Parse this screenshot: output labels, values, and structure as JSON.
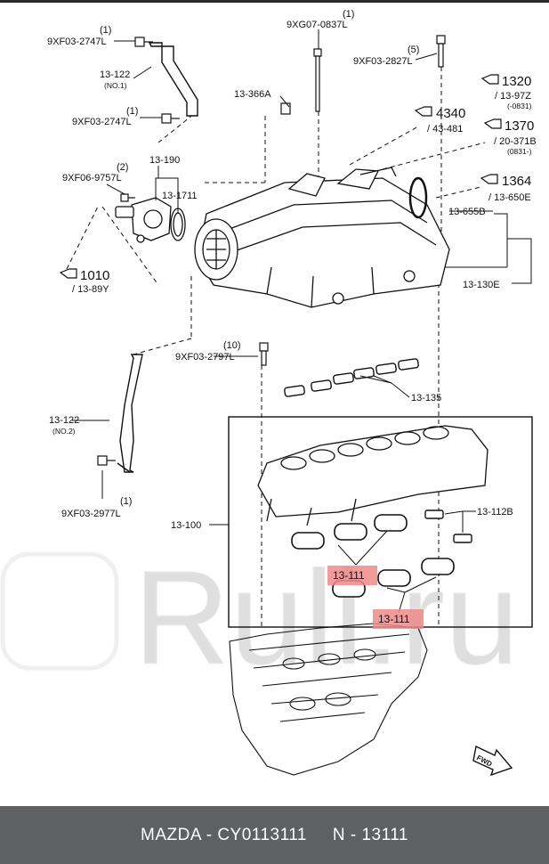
{
  "callouts": {
    "bolt_2747_top_qty": "(1)",
    "bolt_2747_top": "9XF03-2747L",
    "bracket_122_top": "13-122",
    "bracket_122_top_sub": "(NO.1)",
    "bolt_2747_bot_qty": "(1)",
    "bolt_2747_bot": "9XF03-2747L",
    "part_190": "13-190",
    "bolt_9757_qty": "(2)",
    "bolt_9757": "9XF06-9757L",
    "part_1711": "13-1711",
    "part_366a": "13-366A",
    "stud_0837_qty": "(1)",
    "stud_0837": "9XG07-0837L",
    "bolt_2827_qty": "(5)",
    "bolt_2827": "9XF03-2827L",
    "part_655b": "13-655B",
    "part_130e": "13-130E",
    "bolt_2797_qty": "(10)",
    "bolt_2797": "9XF03-2797L",
    "part_135": "13-135",
    "bracket_122_bot": "13-122",
    "bracket_122_bot_sub": "(NO.2)",
    "bolt_2977_qty": "(1)",
    "bolt_2977": "9XF03-2977L",
    "part_100": "13-100",
    "part_112b": "13-112B",
    "part_111_a": "13-111",
    "part_111_b": "13-111",
    "fwd_label": "FWD"
  },
  "refs": [
    {
      "num": "1320",
      "code": "/ 13-97Z",
      "note": "(-0831)"
    },
    {
      "num": "4340",
      "code": "/ 43-481",
      "note": ""
    },
    {
      "num": "1370",
      "code": "/ 20-371B",
      "note": "(0831-)"
    },
    {
      "num": "1364",
      "code": "/ 13-650E",
      "note": ""
    },
    {
      "num": "1010",
      "code": "/ 13-89Y",
      "note": ""
    }
  ],
  "watermark": "Rull.ru",
  "footer": "MAZDA - CY0113111     N - 13111",
  "colors": {
    "highlight": "#f08a8a",
    "footer_bg": "#5f6062",
    "line": "#111111"
  }
}
